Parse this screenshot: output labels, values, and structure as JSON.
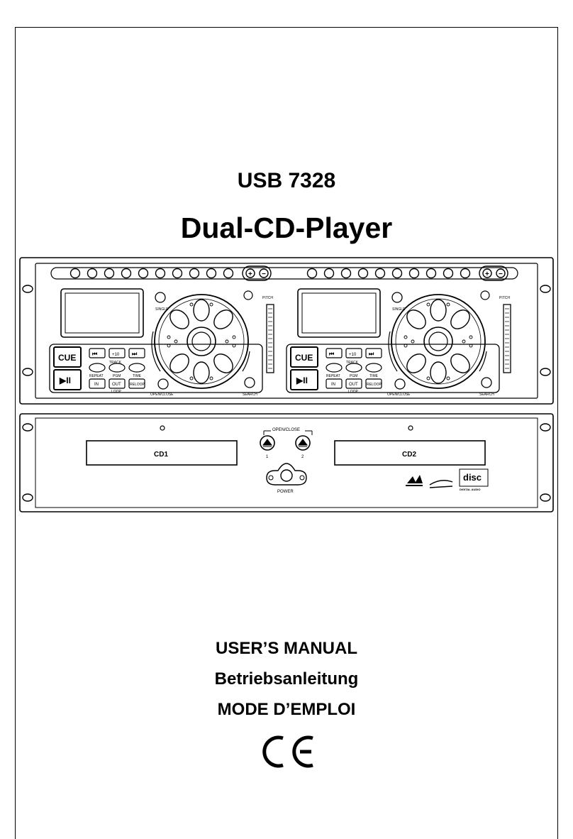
{
  "header": {
    "model": "USB 7328",
    "product": "Dual-CD-Player"
  },
  "unit": {
    "pitch_label": "PITCH",
    "single_label": "SINGLE",
    "cue_label": "CUE",
    "play_pause_label": "▶II",
    "track_label": "TRACK",
    "repeat_label": "REPEAT",
    "pgm_label": "PGM",
    "time_label": "TIME",
    "in_label": "IN",
    "out_label": "OUT",
    "reloop_label": "RELOOP",
    "loop_label": "LOOP",
    "open_close_label": "OPEN/CLOSE",
    "search_label": "SEARCH",
    "plus_label": "+",
    "minus_label": "−",
    "skip_label": "+10",
    "slot1_label": "CD1",
    "slot2_label": "CD2",
    "tray1_label": "1",
    "tray2_label": "2",
    "power_label": "POWER",
    "logo_disc": "disc",
    "logo_digital_audio": "DIGITAL AUDIO"
  },
  "manual": {
    "line1": "USER’S MANUAL",
    "line2": "Betriebsanleitung",
    "line3": "MODE D’EMPLOI"
  },
  "mark": "CE"
}
